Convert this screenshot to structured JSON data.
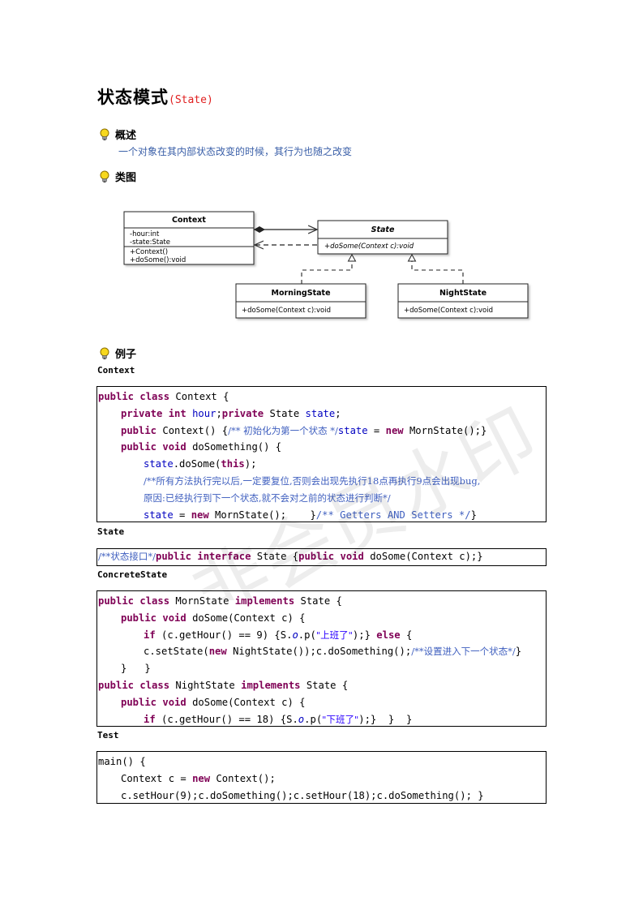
{
  "title": {
    "main": "状态模式",
    "sub": "(State)"
  },
  "sections": {
    "overview": "概述",
    "overview_desc": "一个对象在其内部状态改变的时候，其行为也随之改变",
    "class_diagram": "类图",
    "example": "例子"
  },
  "diagram": {
    "context": {
      "name": "Context",
      "attrs": [
        "-hour:int",
        "-state:State"
      ],
      "methods": [
        "+Context()",
        "+doSome():void"
      ]
    },
    "state": {
      "name": "State",
      "methods": [
        "+doSome(Context c):void"
      ]
    },
    "morning": {
      "name": "MorningState",
      "methods": [
        "+doSome(Context c):void"
      ]
    },
    "night": {
      "name": "NightState",
      "methods": [
        "+doSome(Context c):void"
      ]
    }
  },
  "labels": {
    "context": "Context",
    "state": "State",
    "concrete": "ConcreteState",
    "test": "Test"
  },
  "code": {
    "context": {
      "l1": [
        "public",
        " ",
        "class",
        " Context {"
      ],
      "l2_kw1": "private",
      "l2_kw2": "int",
      "l2_f1": "hour",
      "l2_kw3": "private",
      "l2_t": " State ",
      "l2_f2": "state",
      "l3_kw": "public",
      "l3_t": " Context() {",
      "l3_cm": "/** 初始化为第一个状态 */",
      "l3_f": "state",
      "l3_eq": " = ",
      "l3_kw2": "new",
      "l3_t2": " MornState();}",
      "l4_kw1": "public",
      "l4_kw2": "void",
      "l4_t": " doSomething() {",
      "l5_f": "state",
      "l5_t": ".doSome(",
      "l5_kw": "this",
      "l5_t2": ");",
      "l6_cm": "/**所有方法执行完以后,一定要复位,否则会出现先执行18点再执行9点会出现bug,",
      "l7_cm": "原因:已经执行到下一个状态,就不会对之前的状态进行判断*/",
      "l8_f": "state",
      "l8_eq": " = ",
      "l8_kw": "new",
      "l8_t": " MornState();    }",
      "l8_cm": "/** Getters AND Setters */",
      "l8_end": "}"
    },
    "state": {
      "cm": "/**状态接口*/",
      "kw1": "public",
      "kw2": "interface",
      "t": " State {",
      "kw3": "public",
      "kw4": "void",
      "t2": " doSome(Context c);}"
    },
    "concrete": {
      "l1_kw1": "public",
      "l1_kw2": "class",
      "l1_t": " MornState ",
      "l1_kw3": "implements",
      "l1_t2": " State {",
      "l2_kw1": "public",
      "l2_kw2": "void",
      "l2_t": " doSome(Context c) {",
      "l3_kw": "if",
      "l3_t": " (c.getHour() == 9) {S.",
      "l3_o": "o",
      "l3_t2": ".p(",
      "l3_s": "\"上班了\"",
      "l3_t3": ");} ",
      "l3_kw2": "else",
      "l3_t4": " {",
      "l4_t": "c.setState(",
      "l4_kw": "new",
      "l4_t2": " NightState());c.doSomething();",
      "l4_cm": "/**设置进入下一个状态*/",
      "l4_end": "}",
      "l5": "}   }",
      "l6_kw1": "public",
      "l6_kw2": "class",
      "l6_t": " NightState ",
      "l6_kw3": "implements",
      "l6_t2": " State {",
      "l7_kw1": "public",
      "l7_kw2": "void",
      "l7_t": " doSome(Context c) {",
      "l8_kw": "if",
      "l8_t": " (c.getHour() == 18) {S.",
      "l8_o": "o",
      "l8_t2": ".p(",
      "l8_s": "\"下班了\"",
      "l8_t3": ");}  }  }"
    },
    "test": {
      "l1": "main() {",
      "l2_t": "Context c = ",
      "l2_kw": "new",
      "l2_t2": " Context();",
      "l3": "c.setHour(9);c.doSomething();c.setHour(18);c.doSomething(); }"
    }
  },
  "watermark": "非会员水印",
  "colors": {
    "keyword": "#7f0055",
    "field": "#0000c0",
    "comment": "#3f5fbf",
    "string": "#2a00ff",
    "subtitle": "#e02020"
  }
}
